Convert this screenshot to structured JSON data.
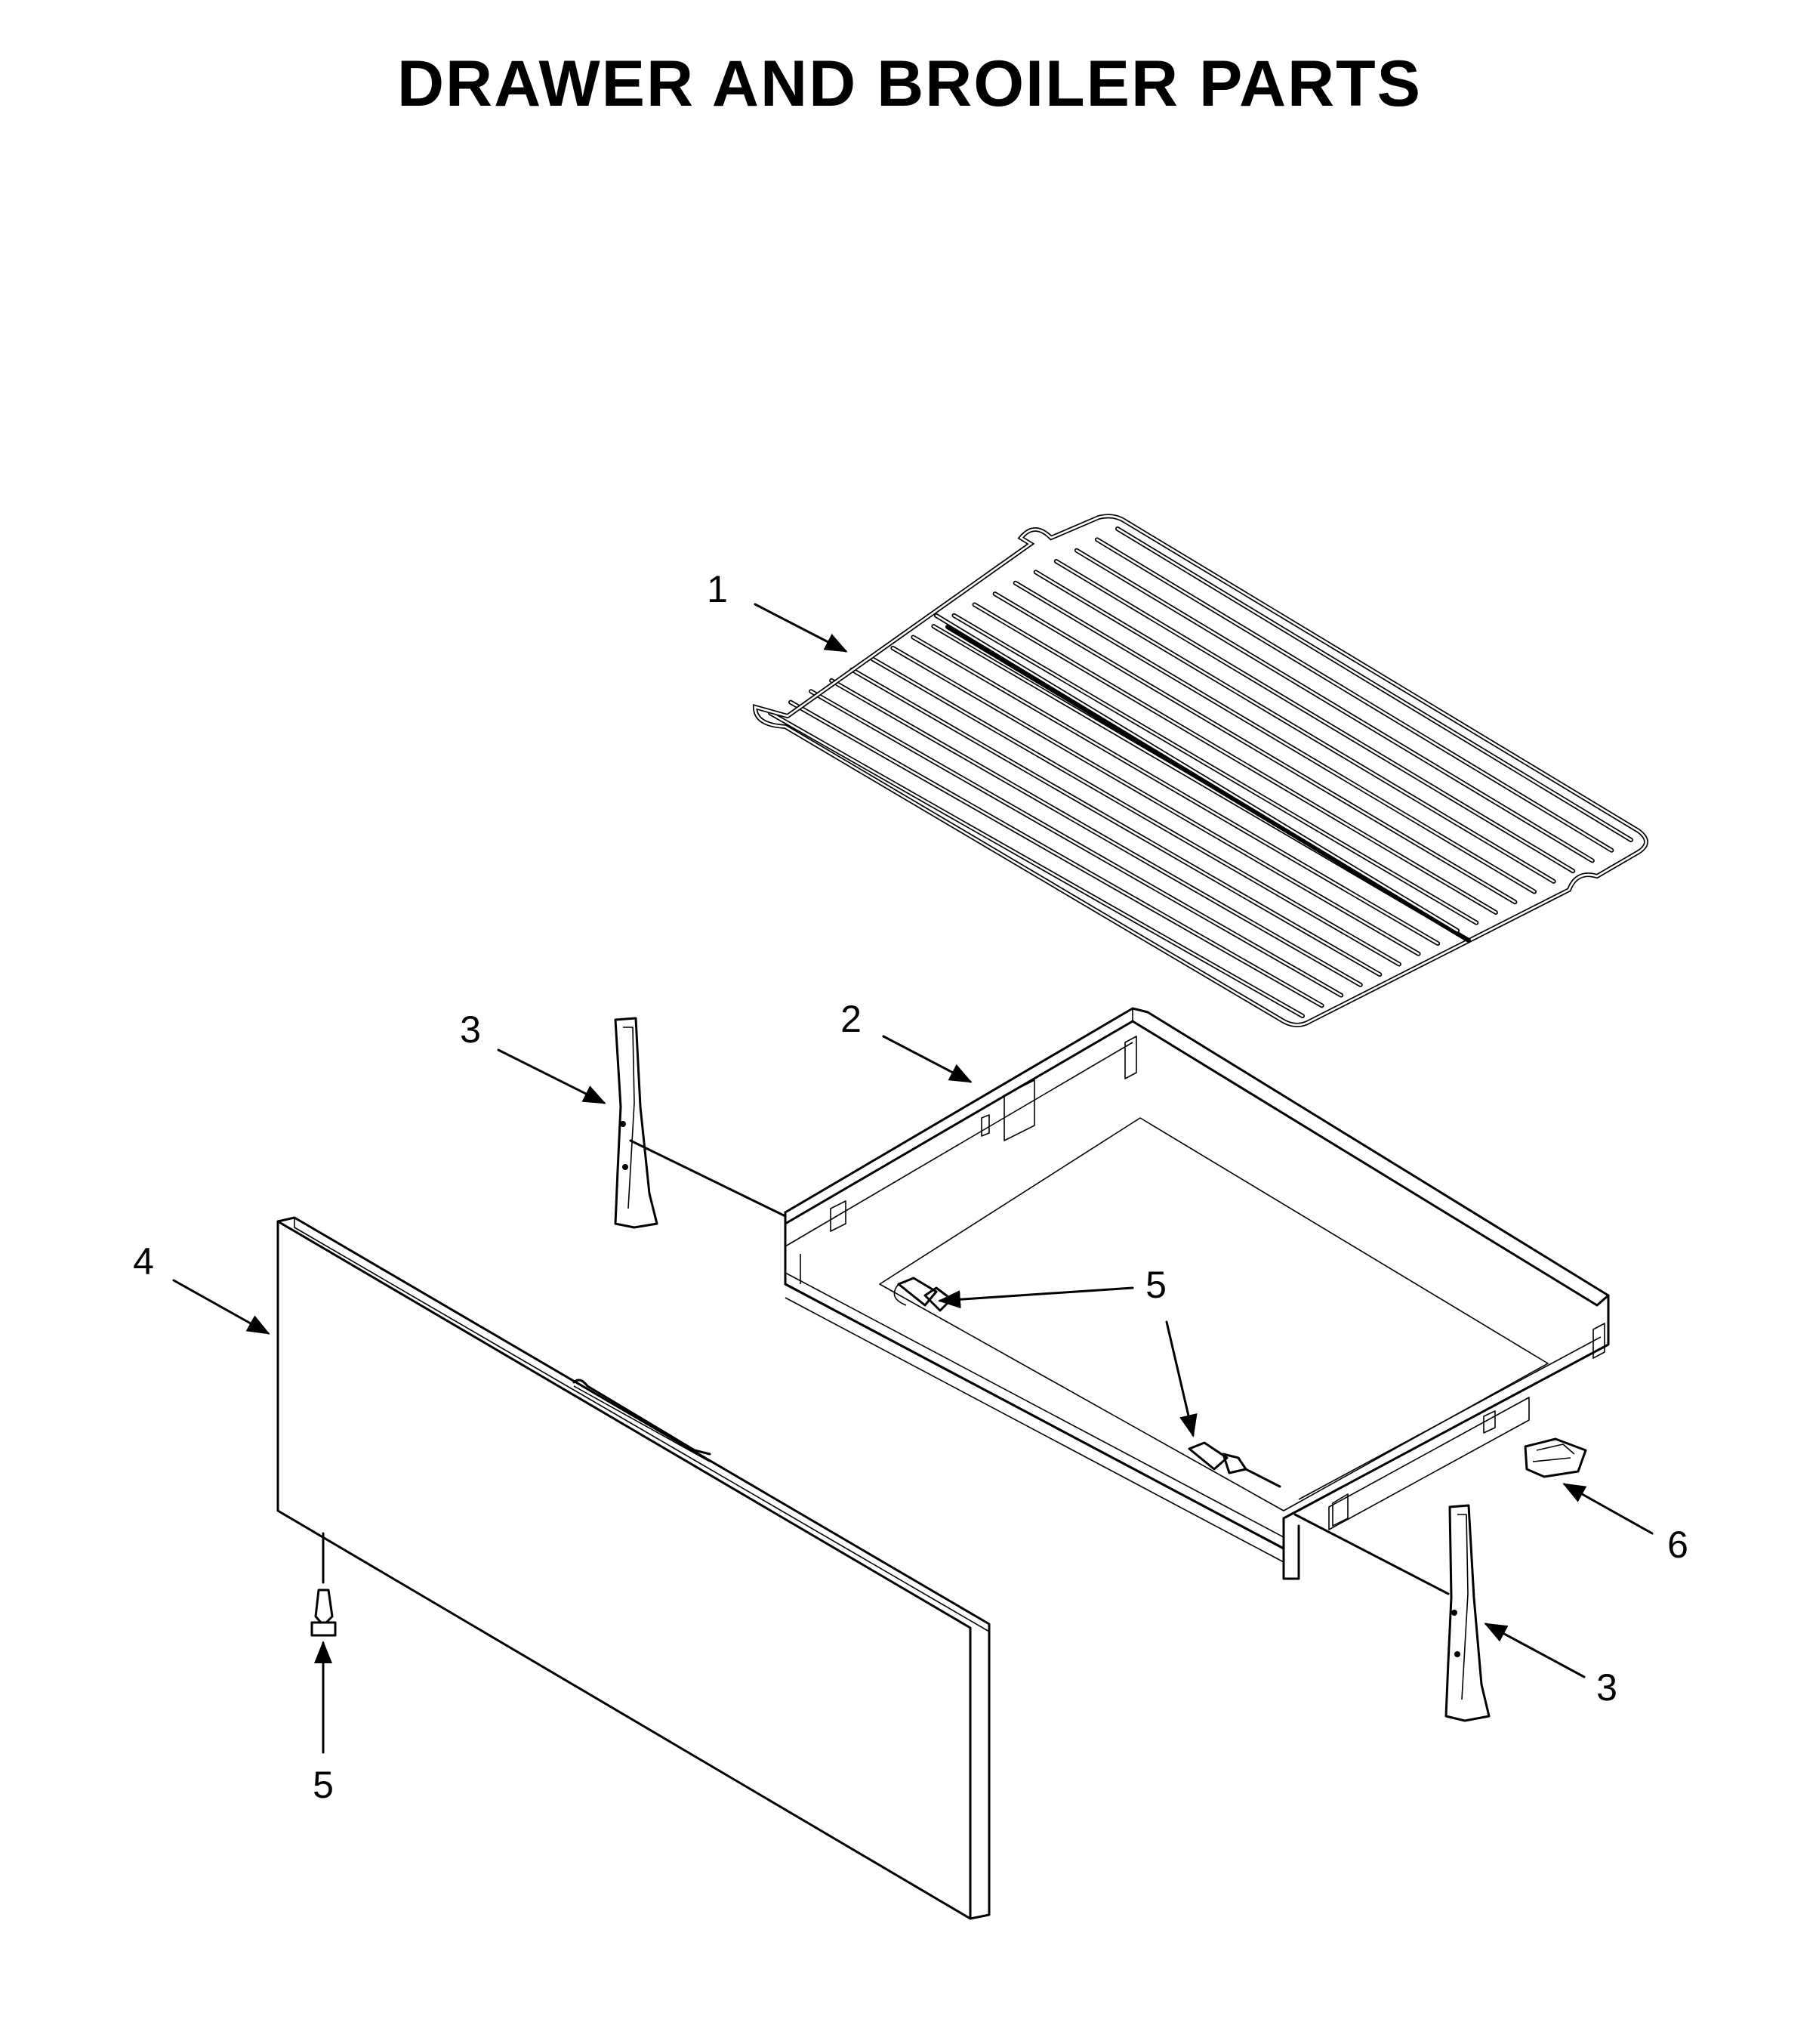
{
  "title": "DRAWER AND BROILER PARTS",
  "callouts": {
    "rack": "1",
    "drawer_body": "2",
    "slide_left": "3",
    "slide_right": "3",
    "front_panel": "4",
    "screw_center": "5",
    "screw_lower": "5",
    "screw_front": "5",
    "clip": "6"
  },
  "colors": {
    "line": "#000000",
    "background": "#ffffff",
    "part_fill": "#ffffff"
  }
}
